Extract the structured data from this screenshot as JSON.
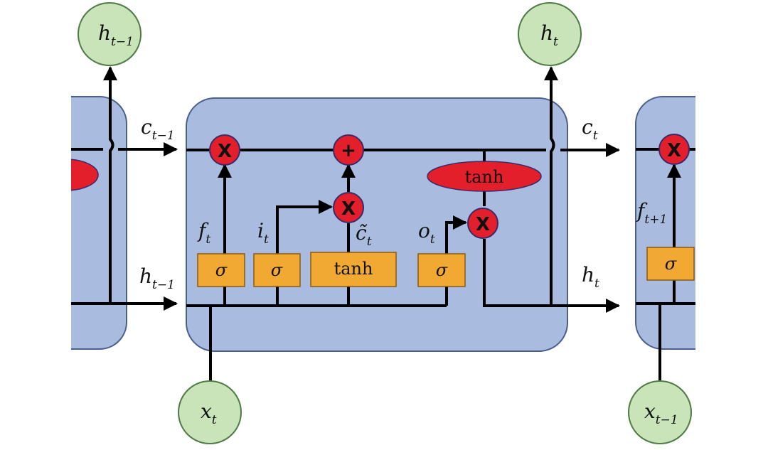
{
  "colors": {
    "cell_fill": "#a9bcdf",
    "cell_stroke": "#4a5f8c",
    "gate_fill": "#f1a934",
    "gate_stroke": "#8a5a10",
    "op_fill": "#e21f2b",
    "op_stroke": "#3a2a6a",
    "node_fill": "#c8e4b8",
    "node_stroke": "#4e7a45",
    "line": "#000000"
  },
  "nodes": {
    "h_prev_top": {
      "base": "h",
      "sub": "t−1"
    },
    "h_t_top": {
      "base": "h",
      "sub": "t"
    },
    "x_t": {
      "base": "x",
      "sub": "t"
    },
    "x_prev": {
      "base": "x",
      "sub": "t−1"
    }
  },
  "labels": {
    "c_prev": {
      "base": "c",
      "sub": "t−1"
    },
    "c_t": {
      "base": "c",
      "sub": "t"
    },
    "h_prev_in": {
      "base": "h",
      "sub": "t−1"
    },
    "h_t_out": {
      "base": "h",
      "sub": "t"
    },
    "f_t": {
      "base": "f",
      "sub": "t"
    },
    "i_t": {
      "base": "i",
      "sub": "t"
    },
    "c_tilde": {
      "base": "c̃",
      "sub": "t"
    },
    "o_t": {
      "base": "o",
      "sub": "t"
    },
    "f_next": {
      "base": "f",
      "sub": "t+1"
    }
  },
  "gates": {
    "forget": "σ",
    "input": "σ",
    "candidate": "tanh",
    "output": "σ",
    "next_forget": "σ"
  },
  "ops": {
    "forget_mult": "X",
    "add": "+",
    "input_mult": "X",
    "output_mult": "X",
    "next_mult": "X"
  },
  "tanh_oval": "tanh"
}
